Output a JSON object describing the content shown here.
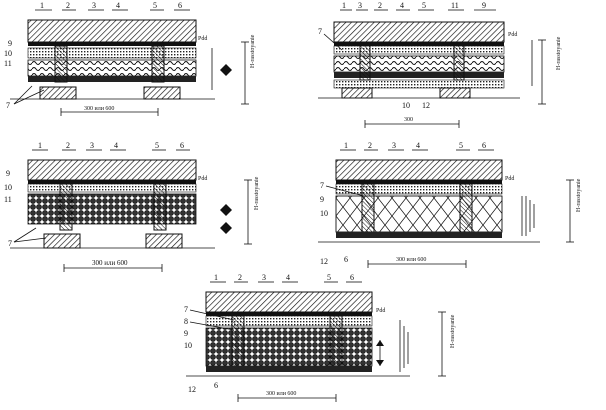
{
  "panels": [
    {
      "id": "a",
      "top_labels": [
        "1",
        "2",
        "3",
        "4",
        "5",
        "6"
      ],
      "side_labels": [
        "9",
        "10",
        "11",
        "7"
      ],
      "right_labels": [
        "Pdd",
        "H-rasstoyanie"
      ],
      "span_label": "300 или 600"
    },
    {
      "id": "b",
      "top_labels": [
        "1",
        "3",
        "2",
        "4",
        "5",
        "11",
        "9"
      ],
      "side_labels": [
        "7"
      ],
      "bottom_labels": [
        "10",
        "12"
      ],
      "right_labels": [
        "Pdd",
        "H-rasstoyanie"
      ],
      "span_label": "300"
    },
    {
      "id": "c",
      "top_labels": [
        "1",
        "2",
        "3",
        "4",
        "5",
        "6"
      ],
      "side_labels": [
        "9",
        "10",
        "11",
        "7"
      ],
      "right_labels": [
        "Pdd",
        "H-rasstoyanie"
      ],
      "span_label": "300 или 600"
    },
    {
      "id": "d",
      "top_labels": [
        "1",
        "2",
        "3",
        "4",
        "5",
        "6"
      ],
      "side_labels": [
        "7",
        "9",
        "10"
      ],
      "bottom_labels": [
        "12",
        "6"
      ],
      "right_labels": [
        "Pdd",
        "H-rasstoyanie"
      ],
      "span_label": "300 или 600"
    },
    {
      "id": "e",
      "top_labels": [
        "1",
        "2",
        "3",
        "4",
        "5",
        "6"
      ],
      "side_labels": [
        "7",
        "8",
        "9",
        "10"
      ],
      "bottom_labels": [
        "12",
        "6"
      ],
      "right_labels": [
        "Pdd",
        "H-rasstoyanie"
      ],
      "span_label": "300 или 600"
    }
  ]
}
